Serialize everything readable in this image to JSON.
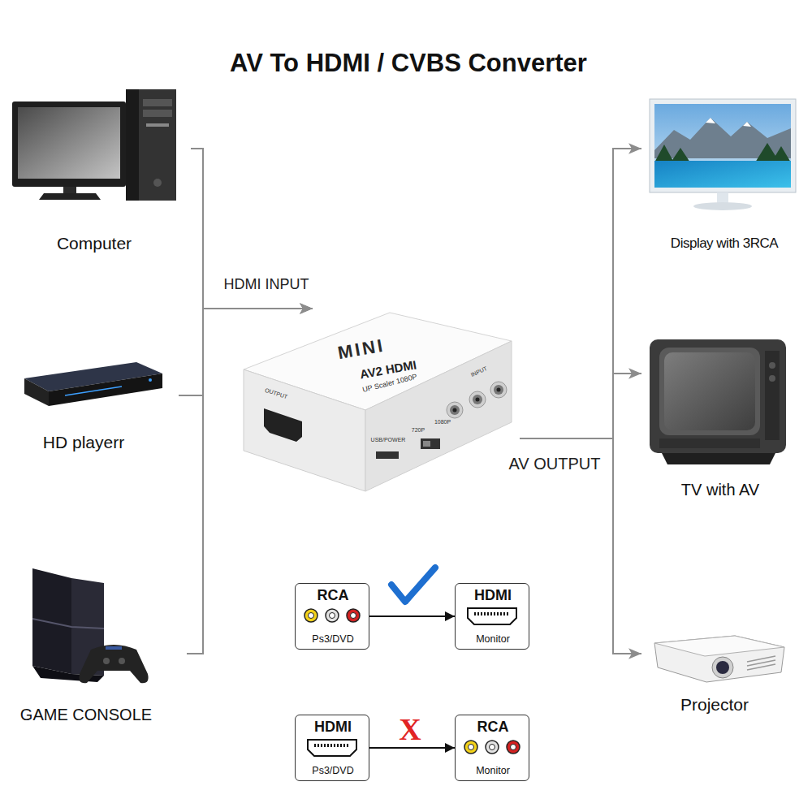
{
  "diagram": {
    "title": "AV To HDMI / CVBS Converter",
    "nodes": [
      {
        "text": [
          "Computer"
        ]
      },
      {
        "text": [
          "HD playerr"
        ]
      },
      {
        "text": [
          "GAME CONSOLE"
        ]
      },
      {
        "text": [
          "MINI",
          "AV2 HDMI",
          "UP Scaler 1080P",
          "OUTPUT",
          "INPUT",
          "USB/POWER",
          "720P",
          "1080P"
        ]
      },
      {
        "text": [
          "Display with 3RCA"
        ]
      },
      {
        "text": [
          "TV with AV"
        ]
      },
      {
        "text": [
          "Projector"
        ]
      },
      {
        "text": [
          "RCA",
          "Ps3/DVD"
        ]
      },
      {
        "text": [
          "HDMI",
          "Monitor"
        ]
      },
      {
        "text": [
          "HDMI",
          "Ps3/DVD"
        ]
      },
      {
        "text": [
          "RCA",
          "Monitor"
        ]
      }
    ],
    "edges": [
      {
        "from": 0,
        "to": 3,
        "arrow": "to"
      },
      {
        "from": 1,
        "to": 3,
        "arrow": "to"
      },
      {
        "from": 2,
        "to": 3,
        "arrow": "to"
      },
      {
        "from": 3,
        "to": 4,
        "arrow": "to"
      },
      {
        "from": 3,
        "to": 5,
        "arrow": "to"
      },
      {
        "from": 3,
        "to": 6,
        "arrow": "to"
      },
      {
        "from": 7,
        "to": 8,
        "arrow": "to"
      },
      {
        "from": 9,
        "to": 10,
        "arrow": "to"
      }
    ],
    "labels": [
      "HDMI INPUT",
      "AV OUTPUT",
      "X"
    ]
  }
}
